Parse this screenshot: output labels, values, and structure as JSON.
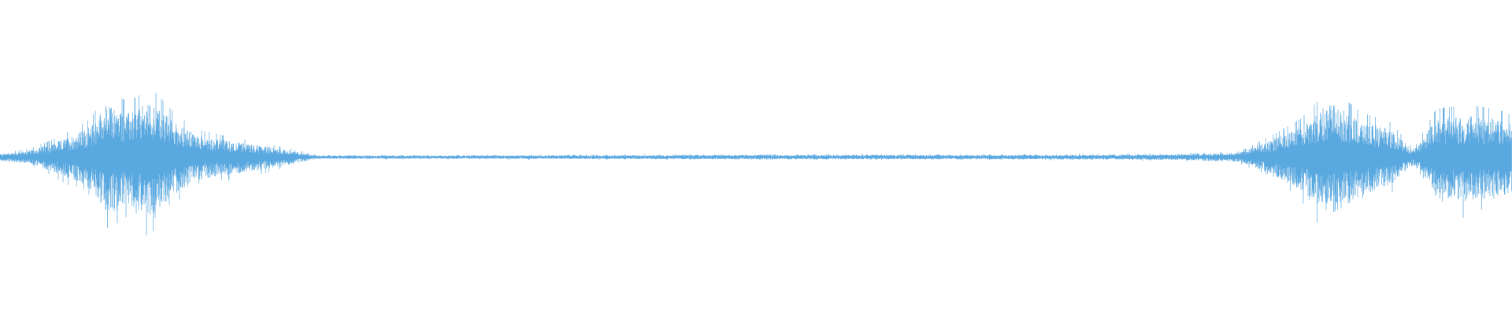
{
  "waveform": {
    "color": "#5aa8e0",
    "background": "#ffffff",
    "baseline": "center",
    "amplitude_envelope": [
      {
        "t": 0.0,
        "amp": 0.06
      },
      {
        "t": 0.02,
        "amp": 0.12
      },
      {
        "t": 0.04,
        "amp": 0.3
      },
      {
        "t": 0.06,
        "amp": 0.55
      },
      {
        "t": 0.07,
        "amp": 0.95
      },
      {
        "t": 0.085,
        "amp": 0.8
      },
      {
        "t": 0.1,
        "amp": 1.0
      },
      {
        "t": 0.115,
        "amp": 0.65
      },
      {
        "t": 0.13,
        "amp": 0.4
      },
      {
        "t": 0.15,
        "amp": 0.3
      },
      {
        "t": 0.18,
        "amp": 0.18
      },
      {
        "t": 0.2,
        "amp": 0.08
      },
      {
        "t": 0.21,
        "amp": 0.03
      },
      {
        "t": 0.3,
        "amp": 0.03
      },
      {
        "t": 0.4,
        "amp": 0.035
      },
      {
        "t": 0.5,
        "amp": 0.04
      },
      {
        "t": 0.6,
        "amp": 0.04
      },
      {
        "t": 0.7,
        "amp": 0.04
      },
      {
        "t": 0.78,
        "amp": 0.05
      },
      {
        "t": 0.82,
        "amp": 0.08
      },
      {
        "t": 0.84,
        "amp": 0.3
      },
      {
        "t": 0.86,
        "amp": 0.55
      },
      {
        "t": 0.88,
        "amp": 1.0
      },
      {
        "t": 0.9,
        "amp": 0.65
      },
      {
        "t": 0.92,
        "amp": 0.5
      },
      {
        "t": 0.935,
        "amp": 0.12
      },
      {
        "t": 0.95,
        "amp": 0.7
      },
      {
        "t": 0.97,
        "amp": 0.75
      },
      {
        "t": 0.99,
        "amp": 0.7
      },
      {
        "t": 1.0,
        "amp": 0.6
      }
    ]
  }
}
